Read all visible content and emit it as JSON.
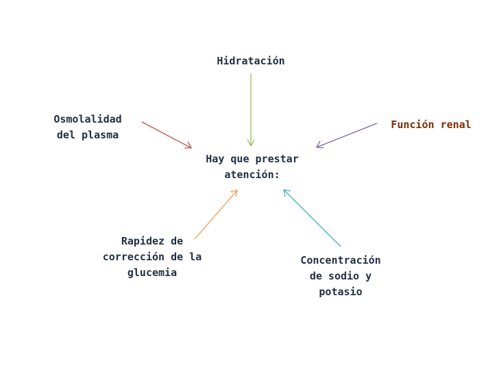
{
  "center": {
    "line1": "Hay que prestar",
    "line2": "atención:"
  },
  "top": {
    "text": "Hidratación"
  },
  "left": {
    "line1": "Osmolalidad",
    "line2": "del plasma"
  },
  "right": {
    "text": "Función renal"
  },
  "bottom_left": {
    "line1": "Rapidez de",
    "line2": "corrección de la",
    "line3": "glucemia"
  },
  "bottom_right": {
    "line1": "Concentración",
    "line2": "de sodio y",
    "line3": "potasio"
  },
  "colors": {
    "dark_text": "#1f2e40",
    "orange_text": "#7a2e05",
    "arrow_top": "#9bbb59",
    "arrow_left": "#c0504d",
    "arrow_right": "#8064a2",
    "arrow_bottom_left": "#f79646",
    "arrow_bottom_right": "#4bacc6"
  }
}
